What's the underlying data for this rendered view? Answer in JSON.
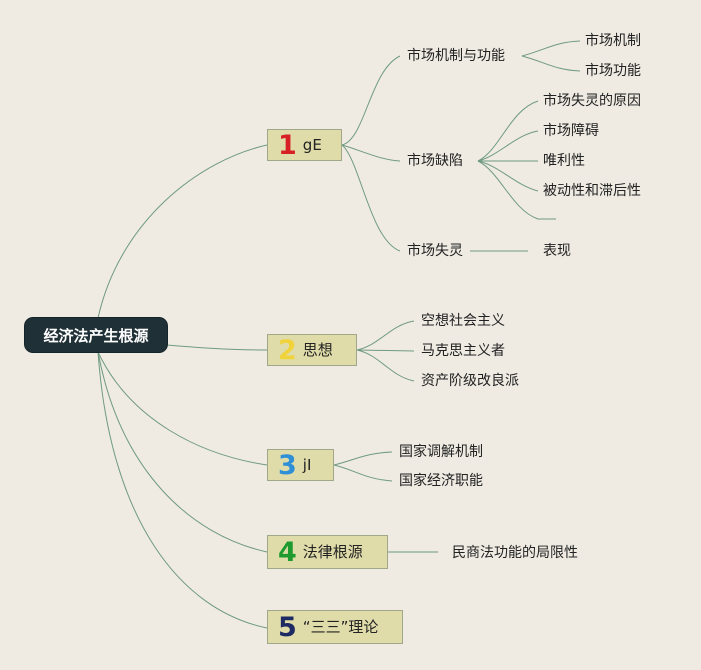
{
  "root": {
    "label": "经济法产生根源"
  },
  "branches": [
    {
      "number": "1",
      "number_color": "#d62024",
      "label": "gE",
      "children": [
        {
          "label": "市场机制与功能",
          "children": [
            "市场机制",
            "市场功能"
          ]
        },
        {
          "label": "市场缺陷",
          "children": [
            "市场失灵的原因",
            "市场障碍",
            "唯利性",
            "被动性和滞后性",
            ""
          ]
        },
        {
          "label": "市场失灵",
          "children": [
            "表现"
          ]
        }
      ]
    },
    {
      "number": "2",
      "number_color": "#f0d23a",
      "label": "思想",
      "children": [
        {
          "label": "空想社会主义"
        },
        {
          "label": "马克思主义者"
        },
        {
          "label": "资产阶级改良派"
        }
      ]
    },
    {
      "number": "3",
      "number_color": "#2f8fd6",
      "label": "jI",
      "children": [
        {
          "label": "国家调解机制"
        },
        {
          "label": "国家经济职能"
        }
      ]
    },
    {
      "number": "4",
      "number_color": "#1f9a2e",
      "label": "法律根源",
      "children": [
        {
          "label": "民商法功能的局限性"
        }
      ]
    },
    {
      "number": "5",
      "number_color": "#1d2a63",
      "label": "“三三”理论",
      "children": []
    }
  ],
  "colors": {
    "link": "#6f9a7f",
    "node_fill": "#e0dcaa",
    "root_fill": "#1f3036",
    "background": "#efebe3"
  }
}
